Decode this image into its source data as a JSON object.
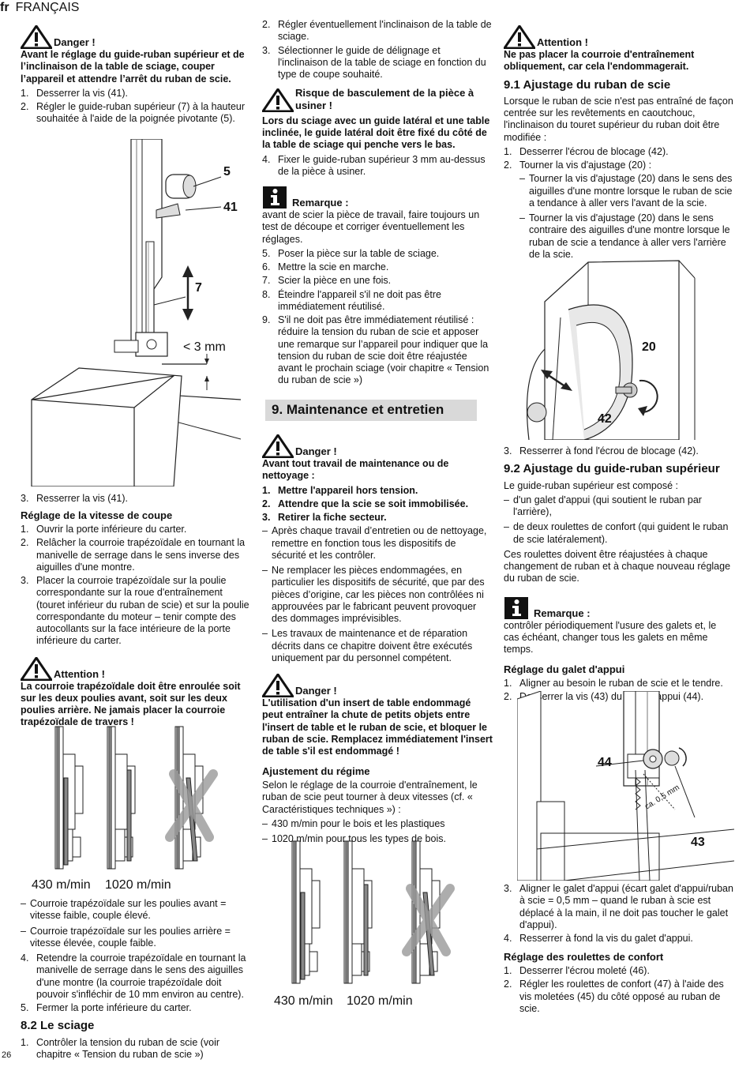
{
  "header": {
    "lang": "fr",
    "title": "FRANÇAIS"
  },
  "page_number": "26",
  "col1": {
    "danger1_title": "Danger !",
    "danger1_text": "Avant le réglage du guide-ruban supérieur et de l’inclinaison de la table de sciage, couper l’appareil et attendre l’arrêt du ruban de scie.",
    "steps_a": [
      {
        "n": "1.",
        "t": "Desserrer la vis (41)."
      },
      {
        "n": "2.",
        "t": "Régler le guide-ruban supérieur (7) à la hauteur souhaitée à l'aide de la poignée pivotante (5)."
      }
    ],
    "fig1": {
      "l5": "5",
      "l41": "41",
      "l7": "7",
      "lgap": "< 3 mm"
    },
    "step3": {
      "n": "3.",
      "t": "Resserrer la vis (41)."
    },
    "h_vitesse": "Réglage de la vitesse de coupe",
    "steps_b": [
      {
        "n": "1.",
        "t": "Ouvrir la porte inférieure du carter."
      },
      {
        "n": "2.",
        "t": "Relâcher la courroie trapézoïdale en tournant la manivelle de serrage dans le sens inverse des aiguilles d'une montre."
      },
      {
        "n": "3.",
        "t": "Placer la courroie trapézoïdale sur la poulie correspondante sur la roue d'entraînement (touret inférieur du ruban de scie) et sur la poulie correspondante du moteur – tenir compte des autocollants sur la face intérieure de la porte inférieure du carter."
      }
    ],
    "att1_title": "Attention !",
    "att1_text": "La courroie trapézoïdale doit être enroulée soit sur les deux poulies avant, soit sur les deux poulies arrière. Ne jamais placer la courroie trapézoïdale de travers !",
    "fig2": {
      "s1": "430 m/min",
      "s2": "1020 m/min"
    },
    "dash_a": [
      "Courroie trapézoïdale sur les poulies avant = vitesse faible, couple élevé.",
      "Courroie trapézoïdale sur les poulies arrière = vitesse élevée, couple faible."
    ],
    "steps_c": [
      {
        "n": "4.",
        "t": "Retendre la courroie trapézoïdale en tournant la manivelle de serrage dans le sens des aiguilles d'une montre (la courroie trapézoïdale doit pouvoir s'infléchir de 10 mm environ au centre)."
      },
      {
        "n": "5.",
        "t": "Fermer la porte inférieure du carter."
      }
    ],
    "h_sciage": "8.2  Le sciage",
    "steps_d": [
      {
        "n": "1.",
        "t": "Contrôler la tension du ruban de scie (voir chapitre « Tension du ruban de scie »)"
      }
    ]
  },
  "col2": {
    "steps_a": [
      {
        "n": "2.",
        "t": "Régler éventuellement l'inclinaison de la table de sciage."
      },
      {
        "n": "3.",
        "t": "Sélectionner le guide de délignage et l'inclinaison de la table de sciage en fonction du type de coupe souhaité."
      }
    ],
    "risk_title": "Risque de basculement de la pièce à usiner !",
    "risk_text": "Lors du sciage avec un guide latéral et une table inclinée, le guide latéral doit être fixé du côté de la table de sciage qui penche vers le bas.",
    "step4": {
      "n": "4.",
      "t": "Fixer le guide-ruban supérieur 3 mm au-dessus de la pièce à usiner."
    },
    "note_title": "Remarque :",
    "note_text": "avant de scier la pièce de travail, faire toujours un test de découpe et corriger éventuellement les réglages.",
    "steps_b": [
      {
        "n": "5.",
        "t": "Poser la pièce sur la table de sciage."
      },
      {
        "n": "6.",
        "t": "Mettre la scie en marche."
      },
      {
        "n": "7.",
        "t": "Scier la pièce en une fois."
      },
      {
        "n": "8.",
        "t": "Éteindre l'appareil s'il ne doit pas être immédiatement réutilisé."
      },
      {
        "n": "9.",
        "t": "S'il ne doit pas être immédiatement réutilisé : réduire la tension du ruban de scie et apposer une remarque sur l’appareil pour indiquer que la tension du ruban de scie doit être réajustée avant le prochain sciage (voir chapitre « Tension du ruban de scie »)"
      }
    ],
    "section9": "9.  Maintenance et entretien",
    "danger2_title": "Danger !",
    "danger2_text": "Avant tout travail de maintenance ou de nettoyage :",
    "danger2_steps": [
      {
        "n": "1.",
        "t": "Mettre l'appareil hors tension."
      },
      {
        "n": "2.",
        "t": "Attendre que la scie se soit immobilisée."
      },
      {
        "n": "3.",
        "t": "Retirer la fiche secteur."
      }
    ],
    "dash_a": [
      "Après chaque travail d’entretien ou de nettoyage, remettre en fonction tous les dispositifs de sécurité et les contrôler.",
      "Ne remplacer les pièces endommagées, en particulier les dispositifs de sécurité, que par des pièces d’origine, car les pièces non contrôlées ni approuvées par le fabricant peuvent provoquer des dommages imprévisibles.",
      "Les travaux de maintenance et de réparation décrits dans ce chapitre doivent être exécutés uniquement par du personnel compétent."
    ],
    "danger3_title": "Danger !",
    "danger3_text": "L'utilisation d'un insert de table endommagé peut entraîner la chute de petits objets entre l'insert de table et le ruban de scie, et bloquer le ruban de scie. Remplacez immédiatement l'insert de table s'il est endommagé !",
    "h_regime": "Ajustement du régime",
    "regime_text": "Selon le réglage de la courroie d'entraînement, le ruban de scie peut tourner à deux vitesses (cf. « Caractéristiques techniques ») :",
    "dash_b": [
      "430 m/min pour le bois et les plastiques",
      "1020 m/min pour tous les types de bois."
    ],
    "fig": {
      "s1": "430 m/min",
      "s2": "1020 m/min"
    }
  },
  "col3": {
    "att_title": "Attention !",
    "att_text": "Ne pas placer la courroie d'entraînement obliquement, car cela l'endommagerait.",
    "h91": "9.1  Ajustage du ruban de scie",
    "p91": "Lorsque le ruban de scie n'est pas entraîné de façon centrée sur les revêtements en caoutchouc, l'inclinaison du touret supérieur du ruban doit être modifiée :",
    "steps_a": [
      {
        "n": "1.",
        "t": "Desserrer l'écrou de blocage (42)."
      },
      {
        "n": "2.",
        "t": "Tourner la vis d'ajustage (20) :"
      }
    ],
    "dash_a": [
      "Tourner la vis d'ajustage (20) dans le sens des aiguilles d'une montre lorsque le ruban de scie a tendance à aller vers l'avant de la scie.",
      "Tourner la vis d'ajustage (20) dans le sens contraire des aiguilles d'une montre lorsque le ruban de scie a tendance à aller vers l'arrière de la scie."
    ],
    "fig1": {
      "l20": "20",
      "l42": "42"
    },
    "step3": {
      "n": "3.",
      "t": "Resserrer à fond l'écrou de blocage (42)."
    },
    "h92": "9.2  Ajustage du guide-ruban supérieur",
    "p92": "Le guide-ruban supérieur est composé :",
    "dash_b": [
      "d'un galet d'appui (qui soutient le ruban par l'arrière),",
      "de deux roulettes de confort (qui guident le ruban de scie latéralement)."
    ],
    "p92b": "Ces roulettes doivent être réajustées à chaque changement de ruban et à chaque nouveau réglage du ruban de scie.",
    "note_title": "Remarque :",
    "note_text": "contrôler périodiquement l'usure des galets et, le cas échéant, changer tous les galets en même temps.",
    "h_galet": "Réglage du galet d'appui",
    "steps_b": [
      {
        "n": "1.",
        "t": "Aligner au besoin le ruban de scie et le tendre."
      },
      {
        "n": "2.",
        "t": "Desserrer la vis (43) du galet d'appui (44)."
      }
    ],
    "fig2": {
      "l44": "44",
      "l43": "43",
      "lgap": "ca. 0,5 mm"
    },
    "steps_c": [
      {
        "n": "3.",
        "t": "Aligner le galet d'appui (écart galet d'appui/ruban à scie = 0,5 mm – quand le ruban à scie est déplacé à la main, il ne doit pas toucher le galet d'appui)."
      },
      {
        "n": "4.",
        "t": "Resserrer à fond la vis du galet d'appui."
      }
    ],
    "h_roulettes": "Réglage des roulettes de confort",
    "steps_d": [
      {
        "n": "1.",
        "t": "Desserrer l'écrou moleté (46)."
      },
      {
        "n": "2.",
        "t": "Régler les roulettes de confort (47) à l'aide des vis moletées (45) du côté opposé au ruban de scie."
      }
    ]
  }
}
